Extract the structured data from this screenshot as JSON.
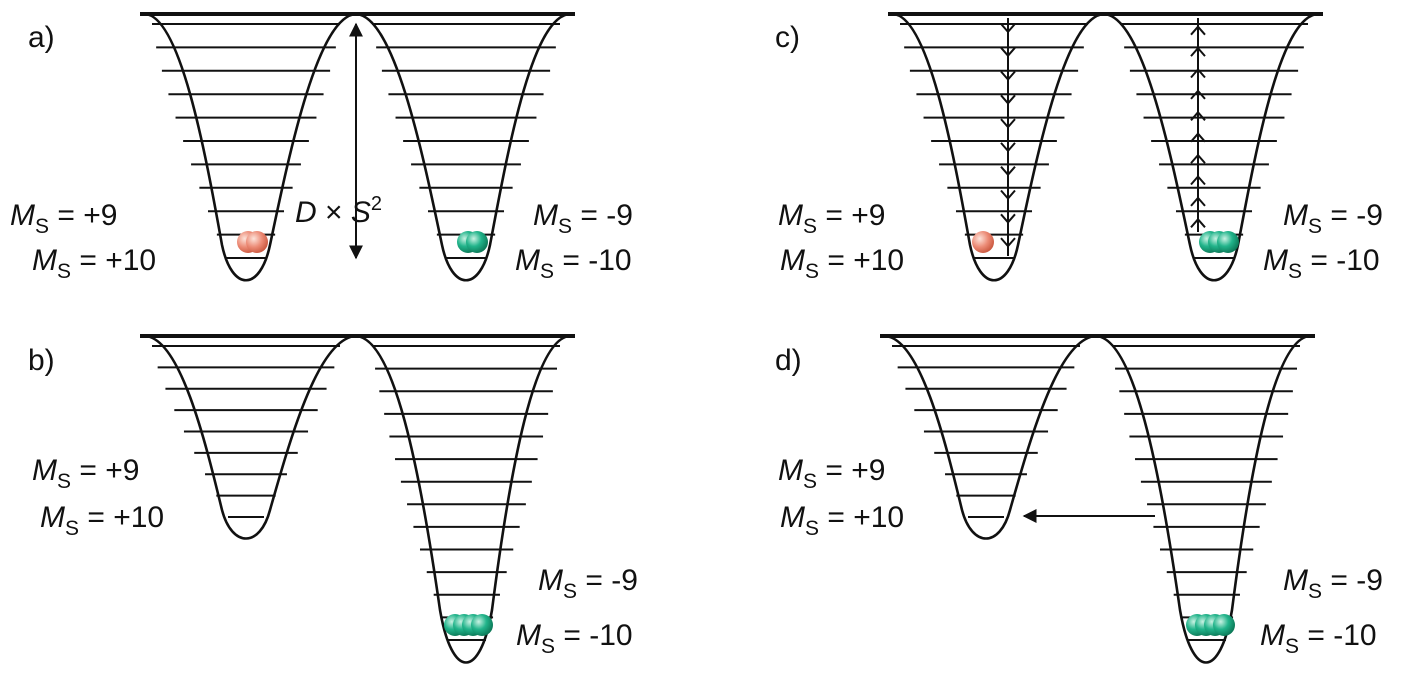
{
  "panels": [
    {
      "id": "a",
      "label": "a)",
      "state": "symmetric",
      "left_labels": [
        {
          "symbol": "M",
          "sub": "S",
          "value": " = +9"
        },
        {
          "symbol": "M",
          "sub": "S",
          "value": " = +10"
        }
      ],
      "right_labels": [
        {
          "symbol": "M",
          "sub": "S",
          "value": " = -9"
        },
        {
          "symbol": "M",
          "sub": "S",
          "value": " = -10"
        }
      ],
      "barrier_label": {
        "symbol": "D",
        "times": " × ",
        "spin": "S",
        "power": "2"
      },
      "particles": {
        "left_red": 2,
        "right_green": 2
      }
    },
    {
      "id": "b",
      "label": "b)",
      "state": "field-tilted",
      "left_labels": [
        {
          "symbol": "M",
          "sub": "S",
          "value": " = +9"
        },
        {
          "symbol": "M",
          "sub": "S",
          "value": " = +10"
        }
      ],
      "right_labels": [
        {
          "symbol": "M",
          "sub": "S",
          "value": " = -9"
        },
        {
          "symbol": "M",
          "sub": "S",
          "value": " = -10"
        }
      ],
      "particles": {
        "left_red": 0,
        "right_green": 4
      }
    },
    {
      "id": "c",
      "label": "c)",
      "state": "symmetric-thermal",
      "left_labels": [
        {
          "symbol": "M",
          "sub": "S",
          "value": " = +9"
        },
        {
          "symbol": "M",
          "sub": "S",
          "value": " = +10"
        }
      ],
      "right_labels": [
        {
          "symbol": "M",
          "sub": "S",
          "value": " = -9"
        },
        {
          "symbol": "M",
          "sub": "S",
          "value": " = -10"
        }
      ],
      "particles": {
        "left_red": 1,
        "right_green": 3
      }
    },
    {
      "id": "d",
      "label": "d)",
      "state": "field-tilted-tunneling",
      "left_labels": [
        {
          "symbol": "M",
          "sub": "S",
          "value": " = +9"
        },
        {
          "symbol": "M",
          "sub": "S",
          "value": " = +10"
        }
      ],
      "right_labels": [
        {
          "symbol": "M",
          "sub": "S",
          "value": " = -9"
        },
        {
          "symbol": "M",
          "sub": "S",
          "value": " = -10"
        }
      ],
      "particles": {
        "left_red": 0,
        "right_green": 4
      }
    }
  ],
  "colors": {
    "red_particle": "#e8806e",
    "green_particle": "#1fa883",
    "line": "#111111"
  }
}
